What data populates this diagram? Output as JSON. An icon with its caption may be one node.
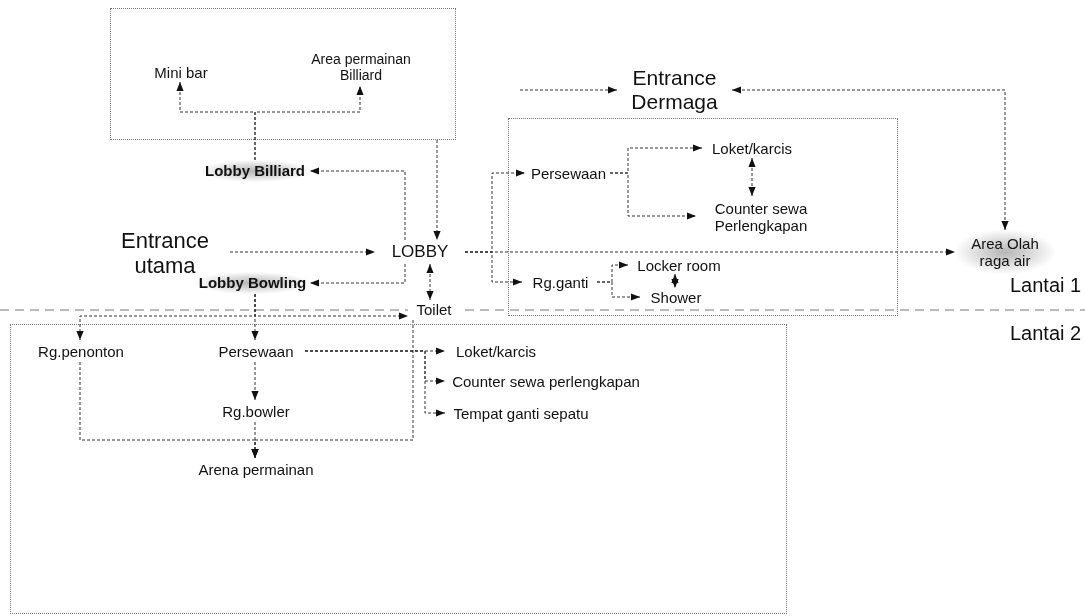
{
  "diagram": {
    "nodes": [
      {
        "text": [],
        "shape": "box"
      },
      {
        "text": [
          "Mini bar"
        ],
        "in": 0
      },
      {
        "text": [
          "Area permainan Billiard"
        ],
        "in": 0
      },
      {
        "text": [
          "Lobby Billiard"
        ]
      },
      {
        "text": [
          "Entrance utama"
        ]
      },
      {
        "text": [
          "LOBBY"
        ]
      },
      {
        "text": [
          "Lobby Bowling"
        ]
      },
      {
        "text": [
          "Toilet"
        ]
      },
      {
        "text": [
          "Entrance Dermaga"
        ]
      },
      {
        "text": [],
        "shape": "box"
      },
      {
        "text": [
          "Persewaan"
        ],
        "in": 9
      },
      {
        "text": [
          "Loket/karcis"
        ],
        "in": 9
      },
      {
        "text": [
          "Counter sewa Perlengkapan"
        ],
        "in": 9
      },
      {
        "text": [
          "Rg.ganti"
        ],
        "in": 9
      },
      {
        "text": [
          "Locker room"
        ],
        "in": 9
      },
      {
        "text": [
          "Shower"
        ],
        "in": 9
      },
      {
        "text": [
          "Area Olah raga air"
        ]
      },
      {
        "text": [],
        "shape": "box"
      },
      {
        "text": [
          "Rg.penonton"
        ],
        "in": 17
      },
      {
        "text": [
          "Persewaan"
        ],
        "in": 17
      },
      {
        "text": [
          "Rg.bowler"
        ],
        "in": 17
      },
      {
        "text": [
          "Arena permainan"
        ],
        "in": 17
      },
      {
        "text": [
          "Loket/karcis"
        ],
        "in": 17
      },
      {
        "text": [
          "Counter sewa perlengkapan"
        ],
        "in": 17
      },
      {
        "text": [
          "Tempat ganti sepatu"
        ],
        "in": 17
      }
    ],
    "edges": [
      {
        "from": 3,
        "to": 1,
        "arrow": "to"
      },
      {
        "from": 3,
        "to": 2,
        "arrow": "to"
      },
      {
        "from": 5,
        "to": 3,
        "arrow": "to"
      },
      {
        "from": 5,
        "to": 6,
        "arrow": "to"
      },
      {
        "from": 4,
        "to": 5,
        "arrow": "to"
      },
      {
        "from": 0,
        "to": 5,
        "arrow": "to"
      },
      {
        "from": 5,
        "to": 7,
        "arrow": "both"
      },
      {
        "from": 5,
        "to": 16,
        "arrow": "to"
      },
      {
        "from": 5,
        "to": 10,
        "arrow": "to"
      },
      {
        "from": 5,
        "to": 13,
        "arrow": "to"
      },
      {
        "from": null,
        "to": 8,
        "arrow": "to"
      },
      {
        "from": 8,
        "to": 16,
        "arrow": "both"
      },
      {
        "from": 10,
        "to": 11,
        "arrow": "to"
      },
      {
        "from": 10,
        "to": 12,
        "arrow": "to"
      },
      {
        "from": 11,
        "to": 12,
        "arrow": "both"
      },
      {
        "from": 13,
        "to": 14,
        "arrow": "to"
      },
      {
        "from": 13,
        "to": 15,
        "arrow": "to"
      },
      {
        "from": 14,
        "to": 15,
        "arrow": "both"
      },
      {
        "from": 6,
        "to": 18,
        "arrow": "to"
      },
      {
        "from": 6,
        "to": 19,
        "arrow": "to"
      },
      {
        "from": 6,
        "to": 7,
        "arrow": "to"
      },
      {
        "from": 19,
        "to": 22,
        "arrow": "to"
      },
      {
        "from": 19,
        "to": 23,
        "arrow": "to"
      },
      {
        "from": 19,
        "to": 24,
        "arrow": "to"
      },
      {
        "from": 19,
        "to": 20,
        "arrow": "to"
      },
      {
        "from": 20,
        "to": 21,
        "arrow": "to"
      },
      {
        "from": 18,
        "to": 21,
        "arrow": "to"
      },
      {
        "from": 7,
        "to": 21,
        "arrow": "to"
      }
    ],
    "labels": [
      "Lantai 1",
      "Lantai 2"
    ]
  }
}
